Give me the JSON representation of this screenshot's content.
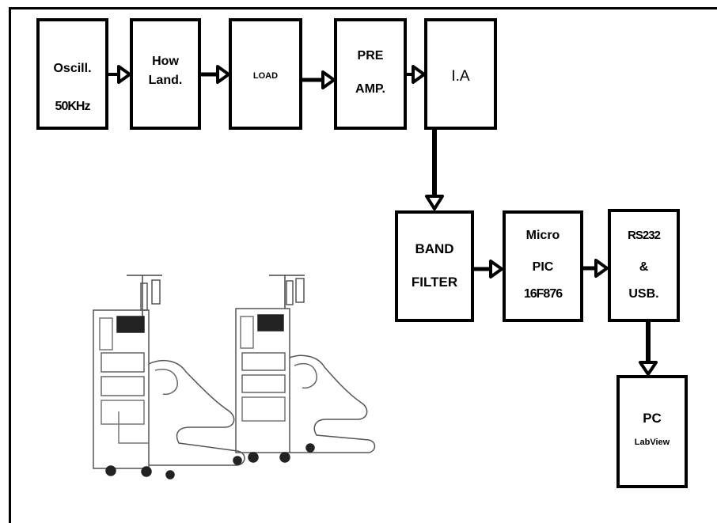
{
  "diagram": {
    "blocks": [
      {
        "id": "oscill",
        "lines": [
          "Oscill.",
          "50KHz"
        ]
      },
      {
        "id": "howland",
        "lines": [
          "How",
          "Land."
        ]
      },
      {
        "id": "load",
        "lines": [
          "LOAD"
        ]
      },
      {
        "id": "preamp",
        "lines": [
          "PRE",
          "AMP."
        ]
      },
      {
        "id": "ia",
        "lines": [
          "I.A"
        ]
      },
      {
        "id": "bandfilter",
        "lines": [
          "BAND",
          "FILTER"
        ]
      },
      {
        "id": "micropic",
        "lines": [
          "Micro",
          "PIC",
          "16F876"
        ]
      },
      {
        "id": "comm",
        "lines": [
          "RS232",
          "&",
          "USB."
        ]
      },
      {
        "id": "pc",
        "lines": [
          "PC",
          "LabView"
        ]
      }
    ],
    "connections": [
      {
        "from": "oscill",
        "to": "howland"
      },
      {
        "from": "howland",
        "to": "load"
      },
      {
        "from": "load",
        "to": "preamp"
      },
      {
        "from": "preamp",
        "to": "ia"
      },
      {
        "from": "ia",
        "to": "bandfilter"
      },
      {
        "from": "bandfilter",
        "to": "micropic"
      },
      {
        "from": "micropic",
        "to": "comm"
      },
      {
        "from": "comm",
        "to": "pc"
      }
    ],
    "photo_icon": "dialysis-machines-illustration"
  }
}
